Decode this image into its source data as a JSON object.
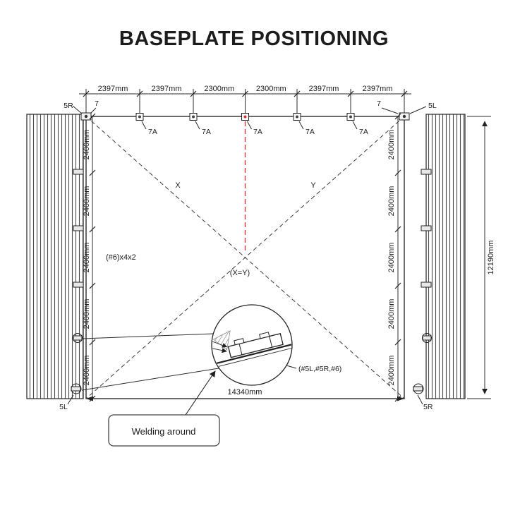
{
  "title": "BASEPLATE POSITIONING",
  "dimensions": {
    "top": [
      "2397mm",
      "2397mm",
      "2300mm",
      "2300mm",
      "2397mm",
      "2397mm"
    ],
    "left": [
      "2400mm",
      "2400mm",
      "2400mm",
      "2400mm",
      "2400mm"
    ],
    "right": [
      "2400mm",
      "2400mm",
      "2400mm",
      "2400mm",
      "2400mm"
    ],
    "bottom_total": "14340mm",
    "right_total": "12190mm"
  },
  "labels": {
    "plate_top_left": "5R",
    "bolt_top_left": "7",
    "bolt_top_right": "7",
    "plate_top_right": "5L",
    "anchor": "7A",
    "diagonal_x": "X",
    "diagonal_y": "Y",
    "diagonal_equal": "(X=Y)",
    "pattern_note": "(#6)x4x2",
    "detail_parts": "(#5L,#5R,#6)",
    "plate_bottom_left": "5L",
    "plate_bottom_right": "5R"
  },
  "callout": {
    "weld_note": "Welding around"
  },
  "colors": {
    "centerline": "#cf3434",
    "line": "#2b2b2b"
  }
}
